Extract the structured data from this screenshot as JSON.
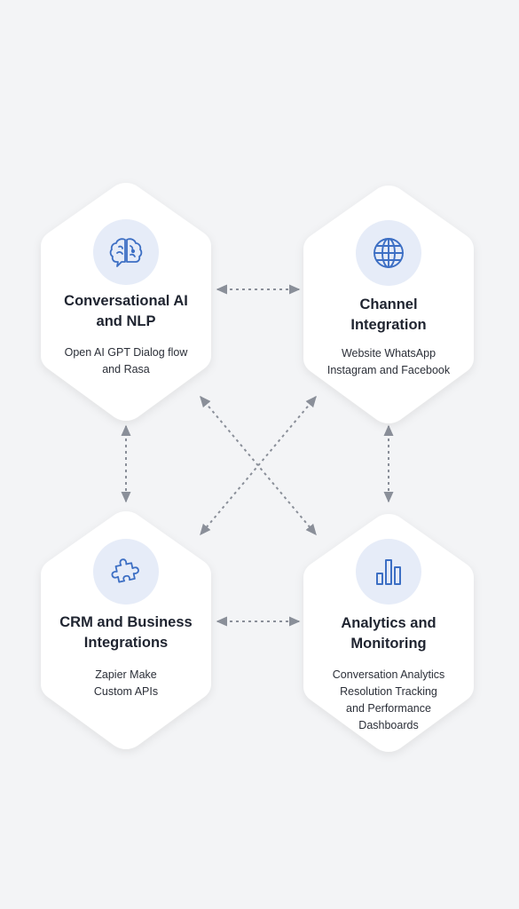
{
  "nodes": {
    "conversational": {
      "title_line1": "Conversational AI",
      "title_line2": "and NLP",
      "desc_line1": "Open AI GPT Dialog flow",
      "desc_line2": "and Rasa",
      "icon": "brain-icon"
    },
    "channel": {
      "title_line1": "Channel",
      "title_line2": "Integration",
      "desc_line1": "Website WhatsApp",
      "desc_line2": "Instagram and Facebook",
      "icon": "globe-icon"
    },
    "crm": {
      "title_line1": "CRM and Business",
      "title_line2": "Integrations",
      "desc_line1": "Zapier Make",
      "desc_line2": "Custom APIs",
      "icon": "puzzle-icon"
    },
    "analytics": {
      "title_line1": "Analytics and",
      "title_line2": "Monitoring",
      "desc_line1": "Conversation Analytics",
      "desc_line2": "Resolution Tracking",
      "desc_line3": "and Performance",
      "desc_line4": "Dashboards",
      "icon": "bar-chart-icon"
    }
  },
  "colors": {
    "background": "#f3f4f6",
    "card": "#ffffff",
    "icon_bg": "#e6ecf8",
    "icon_stroke": "#3d6fc4",
    "connector": "#8a8f99",
    "title_text": "#1f2430",
    "desc_text": "#2b2f38"
  }
}
